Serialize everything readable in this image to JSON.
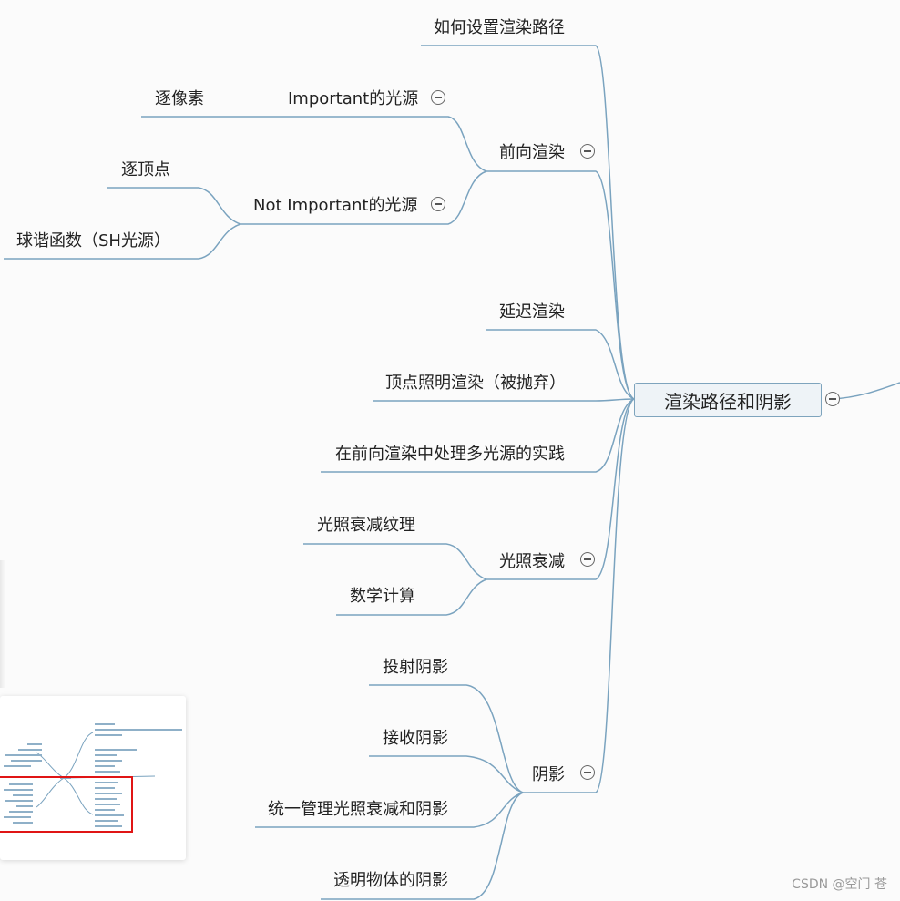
{
  "root": {
    "label": "渲染路径和阴影"
  },
  "branches": {
    "path_setup": "如何设置渲染路径",
    "forward": {
      "label": "前向渲染",
      "important": {
        "label": "Important的光源",
        "children": [
          "逐像素"
        ]
      },
      "not_important": {
        "label": "Not Important的光源",
        "children": [
          "逐顶点",
          "球谐函数（SH光源）"
        ]
      }
    },
    "deferred": "延迟渲染",
    "vertex_lit": "顶点照明渲染（被抛弃）",
    "multi_light": "在前向渲染中处理多光源的实践",
    "attenuation": {
      "label": "光照衰减",
      "children": [
        "光照衰减纹理",
        "数学计算"
      ]
    },
    "shadow": {
      "label": "阴影",
      "children": [
        "投射阴影",
        "接收阴影",
        "统一管理光照衰减和阴影",
        "透明物体的阴影"
      ]
    }
  },
  "watermark": "CSDN @空门 苍",
  "colors": {
    "connector": "#7aa3bf",
    "root_fill": "#eef3f7",
    "root_border": "#7ea4bd",
    "overview_frame": "#e01515"
  },
  "icons": {
    "fold": "collapse-circle-icon"
  }
}
